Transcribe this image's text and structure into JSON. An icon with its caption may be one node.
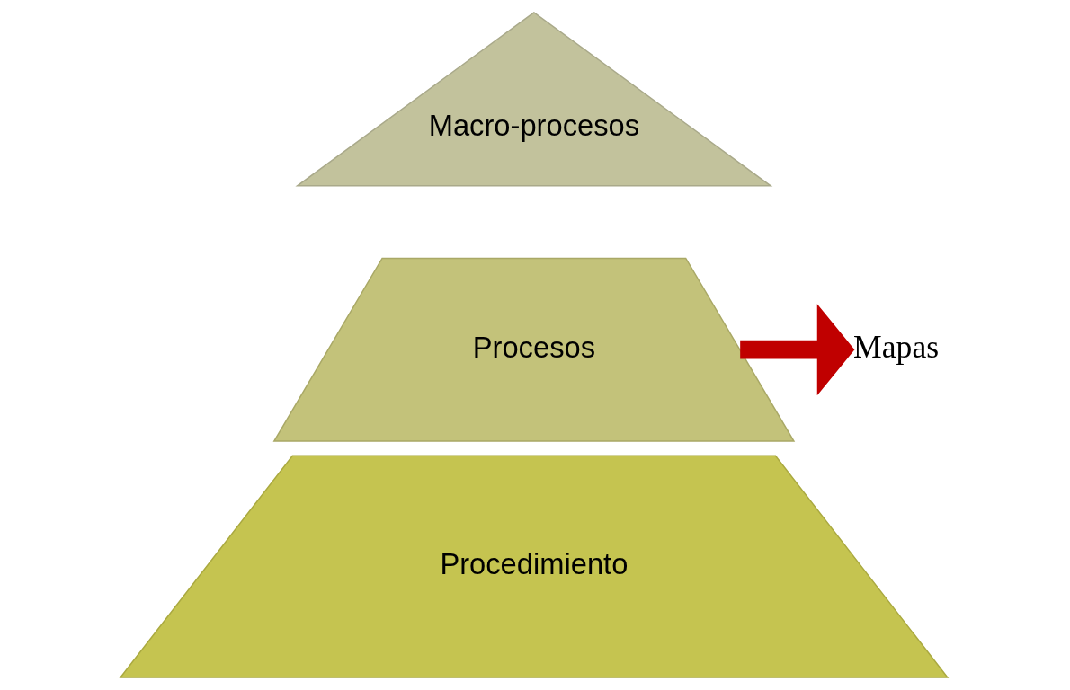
{
  "diagram": {
    "nodes": [
      {
        "text": [
          "Macro-procesos"
        ]
      },
      {
        "text": [
          "Procesos"
        ]
      },
      {
        "text": [
          "Procedimiento"
        ]
      },
      {
        "text": [
          "Mapas"
        ]
      }
    ],
    "edges": [
      {
        "from": 1,
        "to": 3,
        "arrow": "to",
        "color": "#c00000"
      }
    ]
  }
}
